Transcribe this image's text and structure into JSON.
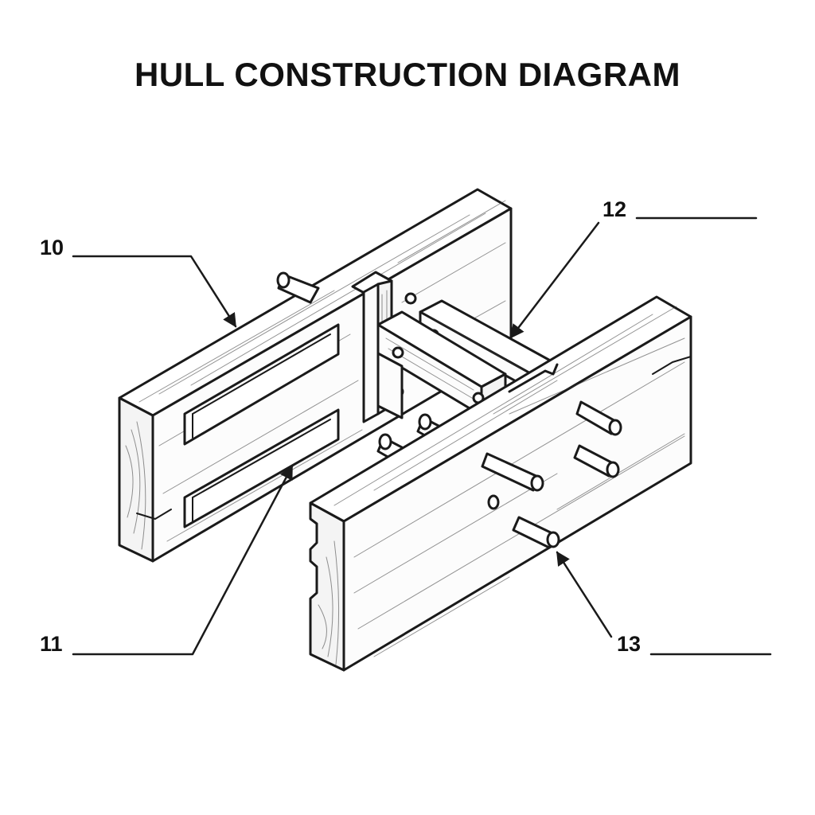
{
  "title": "HULL CONSTRUCTION DIAGRAM",
  "callouts": [
    {
      "id": "10",
      "label": "10"
    },
    {
      "id": "11",
      "label": "11"
    },
    {
      "id": "12",
      "label": "12"
    },
    {
      "id": "13",
      "label": "13"
    }
  ],
  "colors": {
    "ink": "#1a1a1a",
    "wood_top": "#ffffff",
    "wood_front": "#fbfbfb",
    "wood_end": "#f4f4f4",
    "background": "#ffffff"
  }
}
